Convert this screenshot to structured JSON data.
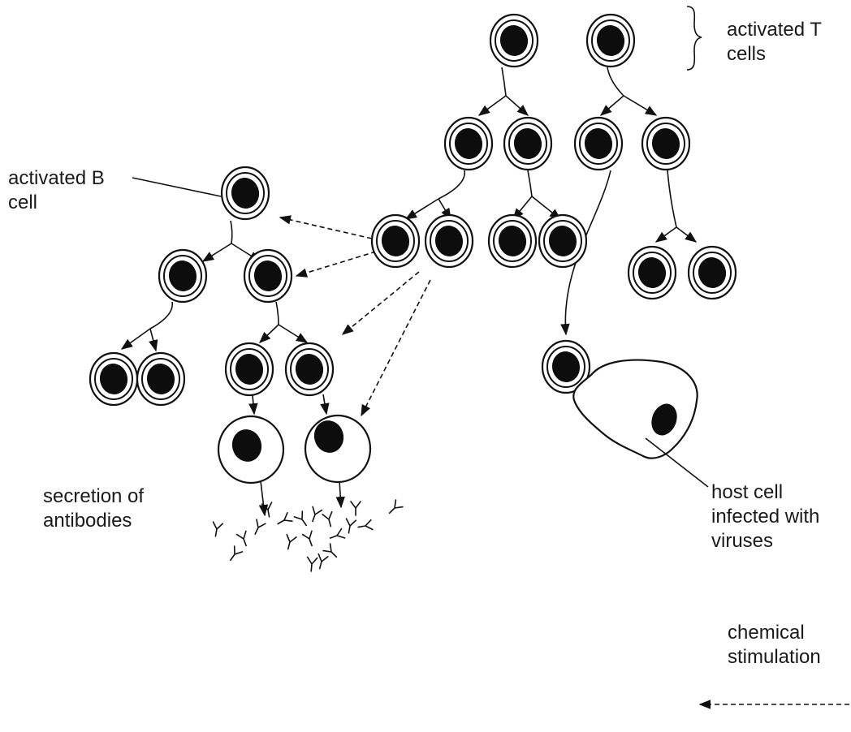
{
  "labels": {
    "t_cells_line1": "activated T",
    "t_cells_line2": "cells",
    "b_cell_line1": "activated B",
    "b_cell_line2": "cell",
    "secretion_line1": "secretion of",
    "secretion_line2": "antibodies",
    "host_line1": "host cell",
    "host_line2": "infected with",
    "host_line3": "viruses",
    "legend_line1": "chemical",
    "legend_line2": "stimulation"
  },
  "colors": {
    "ink": "#111111",
    "nucleus": "#0d0d0d",
    "background": "#ffffff"
  }
}
